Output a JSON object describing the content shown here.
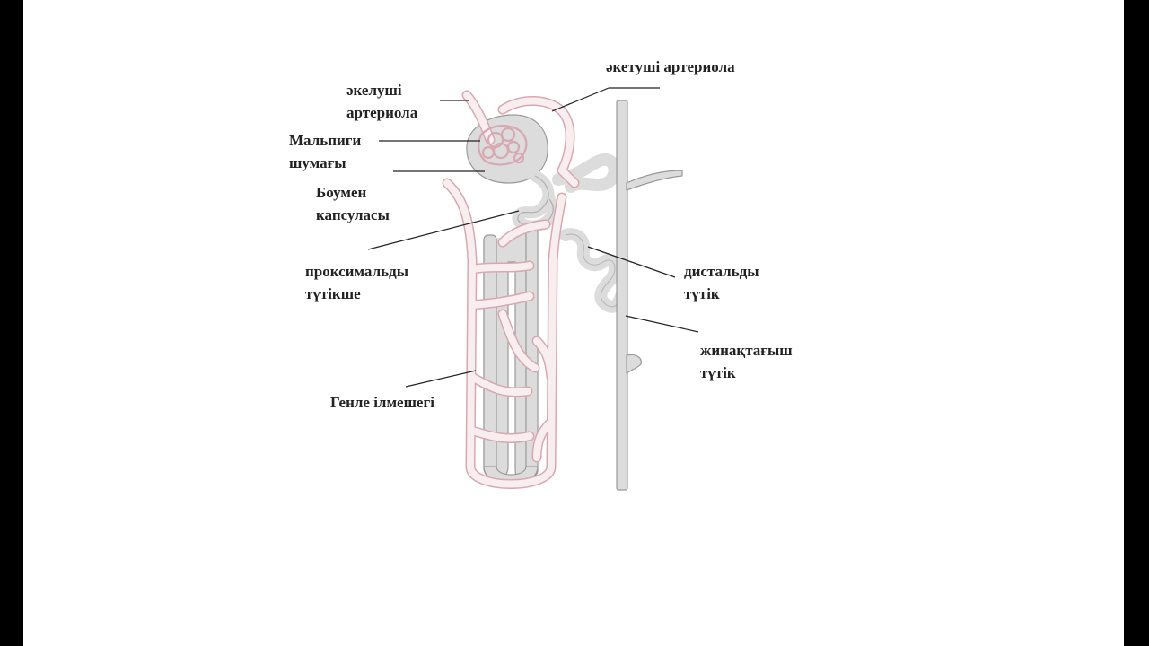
{
  "labels": {
    "afferent": [
      "әкелуші",
      "артериола"
    ],
    "efferent": "әкетуші артериола",
    "glomerulus": [
      "Мальпиги",
      "шумағы"
    ],
    "bowman": [
      "Боумен",
      "капсуласы"
    ],
    "proximal": [
      "проксимальды",
      "түтікше"
    ],
    "distal": [
      "дистальды",
      "түтік"
    ],
    "collecting": [
      "жинақтағыш",
      "түтік"
    ],
    "henle": "Генле ілмешегі"
  },
  "colors": {
    "background": "#ffffff",
    "frame": "#000000",
    "vessel_fill": "#f8eef0",
    "vessel_stroke": "#d8a8b2",
    "tubule_fill": "#dcdcdc",
    "tubule_stroke": "#9a9a9a",
    "leader_line": "#222222",
    "text": "#222222"
  }
}
